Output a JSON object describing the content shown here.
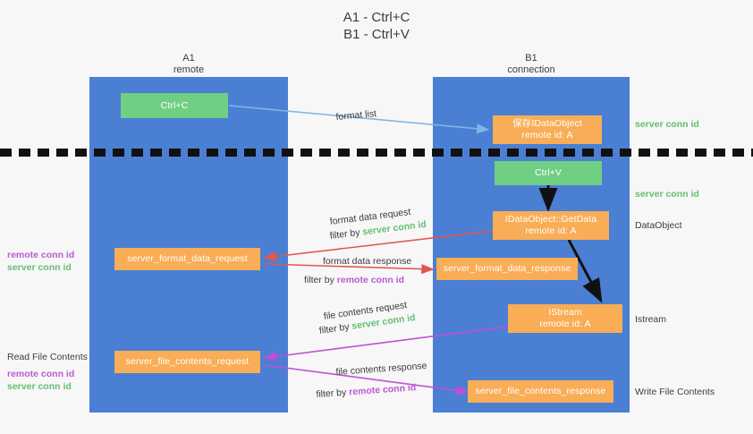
{
  "title": "A1 - Ctrl+C\nB1 - Ctrl+V",
  "columns": {
    "left": {
      "name": "A1",
      "sub": "remote",
      "header": "A1\nremote"
    },
    "right": {
      "name": "B1",
      "sub": "connection",
      "header": "B1\nconnection"
    }
  },
  "colors": {
    "lane": "#4a7fd4",
    "box_green": "#6fcf83",
    "box_orange": "#f9ad56",
    "server_conn_id": "#63bf72",
    "remote_conn_id": "#bb5ad1",
    "arrow_format_list": "#7fb6e8",
    "arrow_ctrlv": "#111111",
    "arrow_format_data": "#e2574c",
    "arrow_getdata_istream": "#111111",
    "arrow_file_contents": "#c14fd4",
    "divider": "#111111",
    "background": "#f7f7f7"
  },
  "boxes": {
    "ctrl_c": {
      "text": "Ctrl+C"
    },
    "data_object_remote": {
      "line1": "保存IDataObject",
      "line2": "remote id: A"
    },
    "ctrl_v": {
      "text": "Ctrl+V"
    },
    "getdata": {
      "line1": "IDataObject::GetData",
      "line2": "remote id: A"
    },
    "server_format_data_request": {
      "text": "server_format_data_request"
    },
    "server_format_data_response": {
      "text": "server_format_data_response"
    },
    "istream": {
      "line1": "IStream",
      "line2": "remote id: A"
    },
    "server_file_contents_request": {
      "text": "server_file_contents_request"
    },
    "server_file_contents_response": {
      "text": "server_file_contents_response"
    }
  },
  "right_labels": {
    "server_conn_id_top": "server conn id",
    "server_conn_id_mid": "server conn id",
    "data_object": "DataObject",
    "istream": "Istream",
    "write_file_contents": "Write File Contents"
  },
  "left_labels": {
    "conn_ids_format": {
      "remote": "remote conn id",
      "server": "server conn id"
    },
    "read_file_contents": "Read File Contents",
    "conn_ids_file": {
      "remote": "remote conn id",
      "server": "server conn id"
    }
  },
  "edge_labels": {
    "format_list": "format list",
    "format_data_request": "format data request",
    "format_data_request_filter_prefix": "filter by ",
    "format_data_request_filter_value": "server conn id",
    "format_data_response": "format data response",
    "format_data_response_filter_prefix": "filter by ",
    "format_data_response_filter_value": "remote conn id",
    "file_contents_request": "file contents request",
    "file_contents_request_filter_prefix": "filter by ",
    "file_contents_request_filter_value": "server conn id",
    "file_contents_response": "file contents response",
    "file_contents_response_filter_prefix": "filter by ",
    "file_contents_response_filter_value": "remote conn id"
  }
}
